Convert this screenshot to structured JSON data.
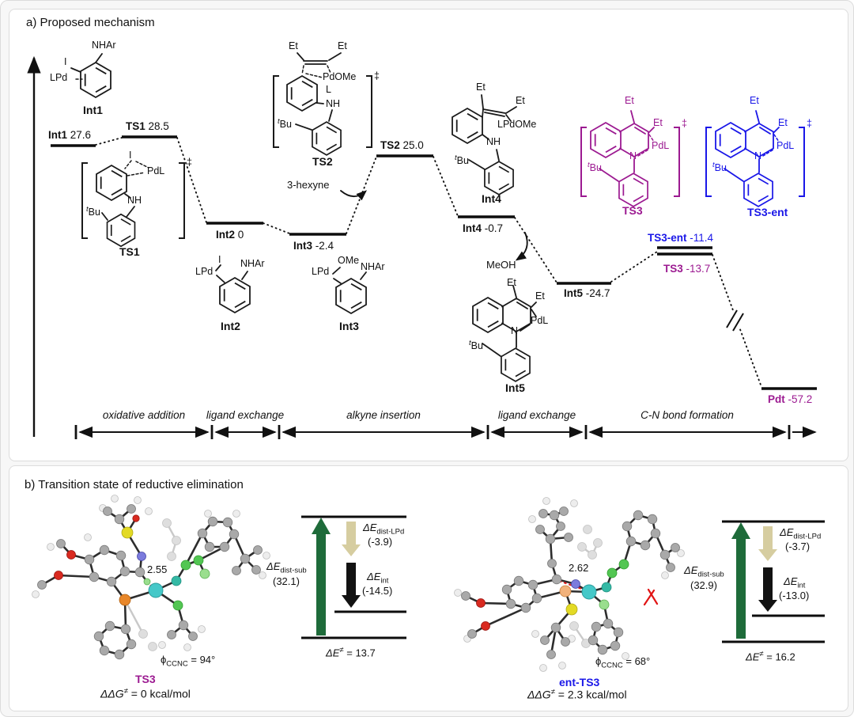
{
  "colors": {
    "purple": "#9c1a91",
    "blue": "#1a17e8",
    "arrowGreen": "#1e6b3a",
    "arrowTan": "#d6cda0",
    "pd": "#45c8c8",
    "phosOrange": "#e8872a",
    "sulfurYellow": "#e3da25",
    "oxyRed": "#d92a20",
    "nitroBlue": "#7b7bdd",
    "clashRed": "#e11414"
  },
  "panel_a": {
    "title": "a) Proposed mechanism",
    "levels": [
      {
        "name": "Int1",
        "value": "27.6"
      },
      {
        "name": "TS1",
        "value": "28.5"
      },
      {
        "name": "Int2",
        "value": "0"
      },
      {
        "name": "Int3",
        "value": "-2.4"
      },
      {
        "name": "TS2",
        "value": "25.0"
      },
      {
        "name": "Int4",
        "value": "-0.7"
      },
      {
        "name": "Int5",
        "value": "-24.7"
      },
      {
        "name": "TS3-ent",
        "value": "-11.4"
      },
      {
        "name": "TS3",
        "value": "-13.7"
      },
      {
        "name": "Pdt",
        "value": "-57.2"
      }
    ],
    "annotations": {
      "hexyne": "3-hexyne",
      "meoh": "MeOH"
    },
    "stages": [
      "oxidative addition",
      "ligand exchange",
      "alkyne insertion",
      "ligand exchange",
      "C-N bond formation"
    ],
    "structures": {
      "int1": {
        "nhar": "NHAr",
        "i": "I",
        "lpd": "LPd",
        "name": "Int1"
      },
      "ts1": {
        "i": "I",
        "pdl": "PdL",
        "nh": "NH",
        "tbu_t": "t",
        "tbu": "Bu",
        "dagger": "‡",
        "name": "TS1"
      },
      "int2": {
        "i": "I",
        "lpd": "LPd",
        "nhar": "NHAr",
        "name": "Int2"
      },
      "int3": {
        "ome": "OMe",
        "lpd": "LPd",
        "nhar": "NHAr",
        "name": "Int3"
      },
      "ts2": {
        "et1": "Et",
        "et2": "Et",
        "pdome": "PdOMe",
        "l": "L",
        "nh": "NH",
        "tbu_t": "t",
        "tbu": "Bu",
        "dagger": "‡",
        "name": "TS2"
      },
      "int4": {
        "et1": "Et",
        "et2": "Et",
        "lpdome": "LPdOMe",
        "nh": "NH",
        "tbu_t": "t",
        "tbu": "Bu",
        "name": "Int4"
      },
      "ts3": {
        "et1": "Et",
        "et2": "Et",
        "n": "N",
        "pdl": "PdL",
        "tbu_t": "t",
        "tbu": "Bu",
        "dagger": "‡",
        "name": "TS3"
      },
      "ts3ent": {
        "et1": "Et",
        "et2": "Et",
        "n": "N",
        "pdl": "PdL",
        "tbu_t": "t",
        "tbu": "Bu",
        "dagger": "‡",
        "name": "TS3-ent"
      },
      "int5": {
        "et1": "Et",
        "et2": "Et",
        "n": "N",
        "pdl": "PdL",
        "tbu_t": "t",
        "tbu": "Bu",
        "name": "Int5"
      }
    }
  },
  "panel_b": {
    "title": "b) Transition state of reductive elimination",
    "left": {
      "distance": "2.55",
      "phi": "ϕ",
      "phi_sub": "CCNC",
      "phi_val": "= 94°",
      "name": "TS3",
      "ddg": "ΔΔG",
      "ddg_sup": "≠",
      "ddg_val": "= 0 kcal/mol",
      "diagram": {
        "dist_sub": "ΔE",
        "dist_sub_sub": "dist-sub",
        "dist_sub_val": "(32.1)",
        "dist_lpd": "ΔE",
        "dist_lpd_sub": "dist-LPd",
        "dist_lpd_val": "(-3.9)",
        "eint": "ΔE",
        "eint_sub": "int",
        "eint_val": "(-14.5)",
        "barrier": "ΔE",
        "barrier_sup": "≠",
        "barrier_val": "= 13.7"
      }
    },
    "right": {
      "distance": "2.62",
      "phi": "ϕ",
      "phi_sub": "CCNC",
      "phi_val": "= 68°",
      "name": "ent-TS3",
      "ddg": "ΔΔG",
      "ddg_sup": "≠",
      "ddg_val": "= 2.3 kcal/mol",
      "diagram": {
        "dist_sub": "ΔE",
        "dist_sub_sub": "dist-sub",
        "dist_sub_val": "(32.9)",
        "dist_lpd": "ΔE",
        "dist_lpd_sub": "dist-LPd",
        "dist_lpd_val": "(-3.7)",
        "eint": "ΔE",
        "eint_sub": "int",
        "eint_val": "(-13.0)",
        "barrier": "ΔE",
        "barrier_sup": "≠",
        "barrier_val": "= 16.2"
      }
    }
  }
}
